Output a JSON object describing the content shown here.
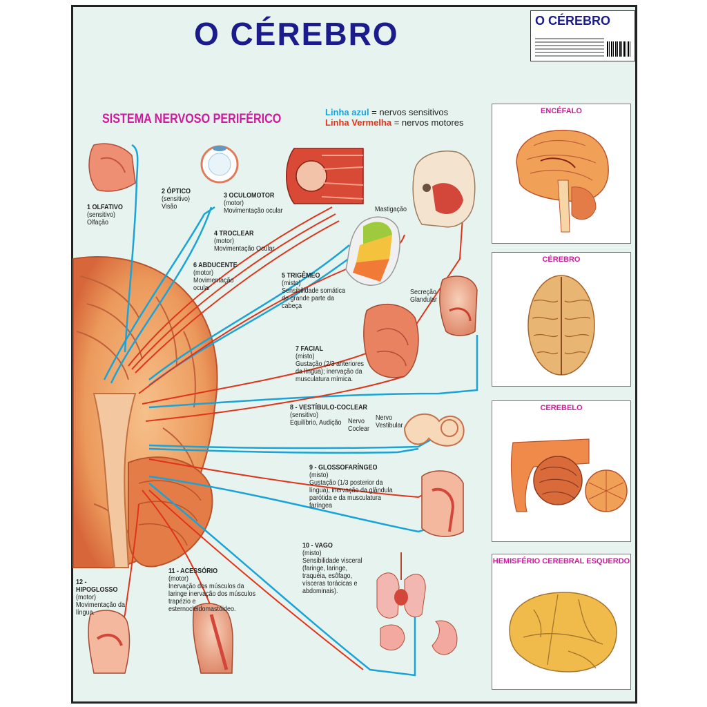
{
  "poster": {
    "title": "O CÉREBRO",
    "badge_title": "O CÉREBRO",
    "section_title": "SISTEMA NERVOSO PERIFÉRICO",
    "legend": {
      "blue_label": "Linha azul",
      "blue_text": " = nervos sensitivos",
      "red_label": "Linha Vermelha",
      "red_text": " = nervos motores"
    },
    "colors": {
      "title": "#1b1b8c",
      "section": "#d0199c",
      "sensory": "#19a3d6",
      "motor": "#e0331a",
      "background": "#e6f3ee"
    }
  },
  "nerves": [
    {
      "name": "1 OLFATIVO",
      "type": "(sensitivo)",
      "desc": "Olfação"
    },
    {
      "name": "2 ÓPTICO",
      "type": "(sensitivo)",
      "desc": "Visão"
    },
    {
      "name": "3 OCULOMOTOR",
      "type": "(motor)",
      "desc": "Movimentação ocular"
    },
    {
      "name": "4 TROCLEAR",
      "type": "(motor)",
      "desc": "Movimentação Ocular"
    },
    {
      "name": "6 ABDUCENTE",
      "type": "(motor)",
      "desc": "Movimentação ocular"
    },
    {
      "name": "5 TRIGÊMEO",
      "type": "(misto)",
      "desc": "Sensibilidade somática de grande parte da cabeça"
    },
    {
      "name": "7 FACIAL",
      "type": "(misto)",
      "desc": "Gustação (2/3 anteriores da língua); inervação da musculatura mímica."
    },
    {
      "name": "8 - VESTÍBULO-COCLEAR",
      "type": "(sensitivo)",
      "desc": "Equilíbrio, Audição"
    },
    {
      "name": "9 - GLOSSOFARÍNGEO",
      "type": "(misto)",
      "desc": "Gustação (1/3 posterior da língua), inervação da glândula parótida e da musculatura faríngea"
    },
    {
      "name": "10 - VAGO",
      "type": "(misto)",
      "desc": "Sensibilidade visceral (faringe, laringe, traquéia, esôfago, vísceras torácicas e abdominais)."
    },
    {
      "name": "11 - ACESSÓRIO",
      "type": "(motor)",
      "desc": "Inervação dos músculos da laringe inervação dos músculos trapézio e esternocleidomastóideo."
    },
    {
      "name": "12 - HIPOGLOSSO",
      "type": "(motor)",
      "desc": "Movimentação da língua."
    }
  ],
  "extra_labels": {
    "mastigacao": "Mastigação",
    "secrecao": "Secreção Glandular",
    "nervo_coclear": "Nervo Coclear",
    "nervo_vestibular": "Nervo Vestibular"
  },
  "panels": {
    "encefalo": {
      "title": "ENCÉFALO"
    },
    "cerebro": {
      "title": "CÉREBRO"
    },
    "cerebelo": {
      "title": "CEREBELO"
    },
    "hemisferio": {
      "title": "HEMISFÉRIO CEREBRAL ESQUERDO"
    }
  }
}
